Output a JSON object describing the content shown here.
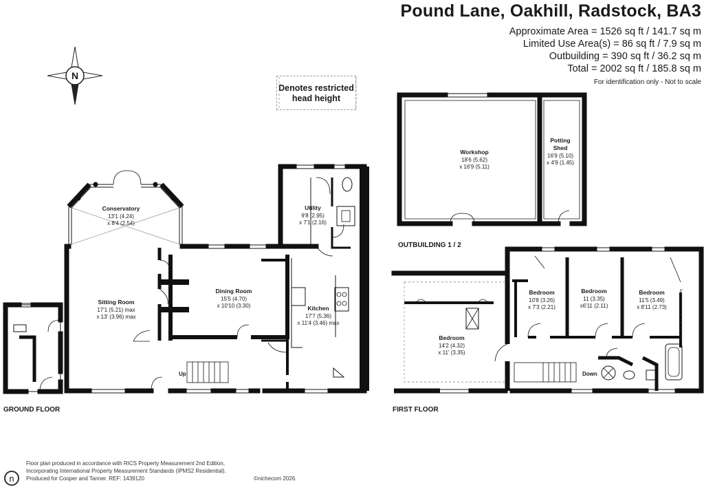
{
  "header": {
    "title": "Pound Lane, Oakhill, Radstock, BA3",
    "areas": [
      "Approximate Area = 1526 sq ft / 141.7 sq m",
      "Limited Use Area(s) = 86 sq ft / 7.9 sq m",
      "Outbuilding = 390 sq ft / 36.2 sq m",
      "Total = 2002 sq ft / 185.8 sq m"
    ],
    "note": "For identification only - Not to scale"
  },
  "legend": {
    "line1": "Denotes restricted",
    "line2": "head height"
  },
  "compass": {
    "label": "N"
  },
  "floors": {
    "ground": "GROUND FLOOR",
    "first": "FIRST FLOOR",
    "outbuilding": "OUTBUILDING 1 / 2"
  },
  "rooms": {
    "conservatory": {
      "name": "Conservatory",
      "dim1": "13'1 (4.24)",
      "dim2": "x 8'4 (2.54)"
    },
    "sitting": {
      "name": "Sitting Room",
      "dim1": "17'1 (5.21) max",
      "dim2": "x 13' (3.96) max"
    },
    "dining": {
      "name": "Dining Room",
      "dim1": "15'5 (4.70)",
      "dim2": "x 10'10 (3.30)"
    },
    "utility": {
      "name": "Utility",
      "dim1": "9'8 (2.95)",
      "dim2": "x 7'1 (2.16)"
    },
    "kitchen": {
      "name": "Kitchen",
      "dim1": "17'7 (5.36)",
      "dim2": "x 11'4 (3.46) max"
    },
    "workshop": {
      "name": "Workshop",
      "dim1": "18'6 (5.62)",
      "dim2": "x 16'9 (5.11)"
    },
    "potting": {
      "name1": "Potting",
      "name2": "Shed",
      "dim1": "16'9 (5.10)",
      "dim2": "x 4'9 (1.45)"
    },
    "bedroom_main": {
      "name": "Bedroom",
      "dim1": "14'2 (4.32)",
      "dim2": "x 11' (3.35)"
    },
    "bedroom_2": {
      "name": "Bedroom",
      "dim1": "10'8 (3.26)",
      "dim2": "x 7'3 (2.21)"
    },
    "bedroom_3": {
      "name": "Bedroom",
      "dim1": "11 (3.35)",
      "dim2": "x6'11 (2.11)"
    },
    "bedroom_4": {
      "name": "Bedroom",
      "dim1": "11'5 (3.49)",
      "dim2": "x 8'11 (2.73)"
    }
  },
  "stairs": {
    "up": "Up",
    "down": "Down"
  },
  "footer": {
    "line1": "Floor plan produced in accordance with RICS Property Measurement 2nd Edition,",
    "line2": "Incorporating International Property Measurement Standards (IPMS2 Residential).",
    "copyright": "©nichecom 2026.",
    "line3": "Produced for Cooper and Tanner.  REF:  1439120",
    "logo": "n"
  },
  "colors": {
    "wall": "#111111",
    "line": "#333333",
    "restricted": "#9a9a9a"
  }
}
